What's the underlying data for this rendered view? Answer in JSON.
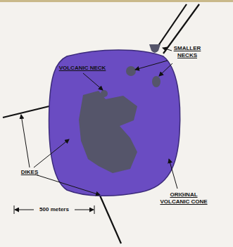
{
  "diagram": {
    "labels": [
      "VOLCANIC NECK",
      "SMALLER NECKS",
      "DIKES",
      "ORIGINAL VOLCANIC CONE",
      "500 meters"
    ]
  }
}
